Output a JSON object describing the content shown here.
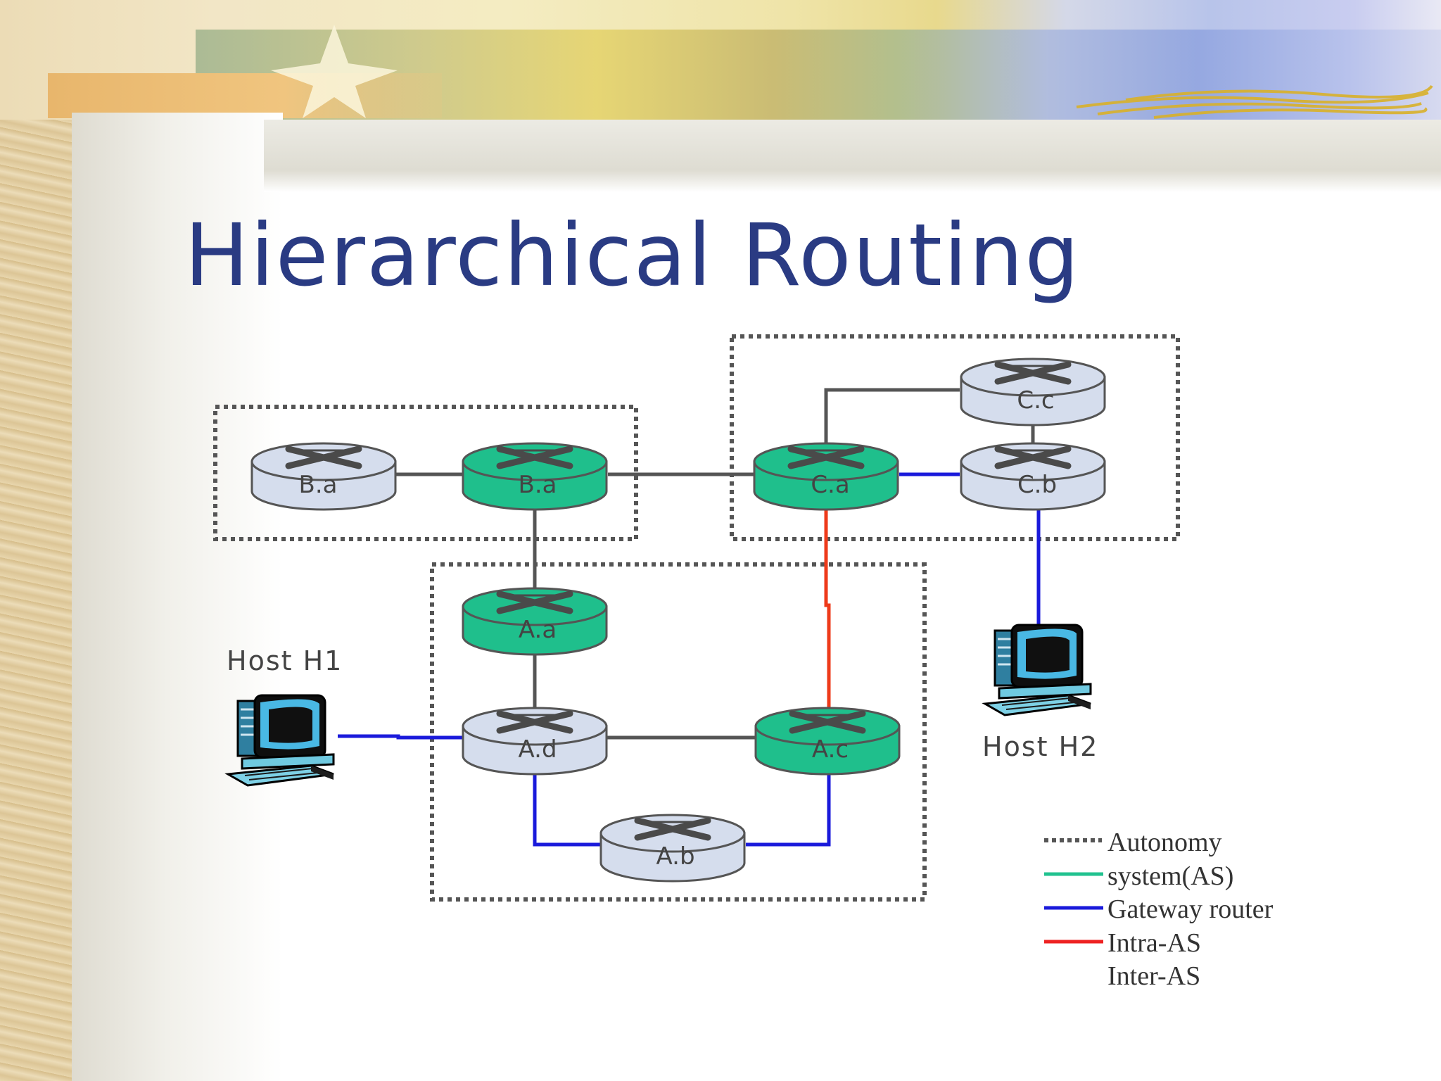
{
  "title": "Hierarchical Routing",
  "routers": [
    {
      "id": "ba_left",
      "label": "B.a",
      "kind": "internal"
    },
    {
      "id": "ba_gw",
      "label": "B.a",
      "kind": "gateway"
    },
    {
      "id": "ca",
      "label": "C.a",
      "kind": "gateway"
    },
    {
      "id": "cb",
      "label": "C.b",
      "kind": "internal"
    },
    {
      "id": "cc",
      "label": "C.c",
      "kind": "internal"
    },
    {
      "id": "aa",
      "label": "A.a",
      "kind": "gateway"
    },
    {
      "id": "ad",
      "label": "A.d",
      "kind": "internal"
    },
    {
      "id": "ac",
      "label": "A.c",
      "kind": "gateway"
    },
    {
      "id": "ab",
      "label": "A.b",
      "kind": "internal"
    }
  ],
  "hosts": [
    {
      "id": "h1",
      "label": "Host H1"
    },
    {
      "id": "h2",
      "label": "Host H2"
    }
  ],
  "links": [
    {
      "from": "ba_left",
      "to": "ba_gw",
      "color": "#555555"
    },
    {
      "from": "ba_gw",
      "to": "ca",
      "color": "#555555"
    },
    {
      "from": "ba_gw",
      "to": "aa",
      "color": "#555555"
    },
    {
      "from": "ca",
      "to": "cb",
      "color": "#1a1adb"
    },
    {
      "from": "ca",
      "to": "cc",
      "color": "#555555"
    },
    {
      "from": "cb",
      "to": "cc",
      "color": "#555555"
    },
    {
      "from": "ca",
      "to": "ac",
      "color": "#ee3a1a"
    },
    {
      "from": "aa",
      "to": "ad",
      "color": "#555555"
    },
    {
      "from": "ad",
      "to": "ac",
      "color": "#555555"
    },
    {
      "from": "ad",
      "to": "ab",
      "color": "#1a1adb"
    },
    {
      "from": "ab",
      "to": "ac",
      "color": "#1a1adb"
    },
    {
      "from": "h1",
      "to": "ad",
      "color": "#1a1adb"
    },
    {
      "from": "cb",
      "to": "h2",
      "color": "#1a1adb"
    }
  ],
  "legend": {
    "lines": [
      "Autonomy",
      "system(AS)",
      "Gateway router",
      "Intra-AS",
      "Inter-AS"
    ],
    "swatches": [
      {
        "style": "dotted",
        "color": "#555555"
      },
      {
        "style": "solid",
        "color": "#20c28f"
      },
      {
        "style": "solid",
        "color": "#1a1adb"
      },
      {
        "style": "solid",
        "color": "#ee2222"
      }
    ]
  },
  "colors": {
    "title": "#2a3b83",
    "gateway_fill": "#1fbf8c",
    "internal_fill": "#d5dded",
    "router_label": "#444444",
    "as_border": "#555555"
  }
}
